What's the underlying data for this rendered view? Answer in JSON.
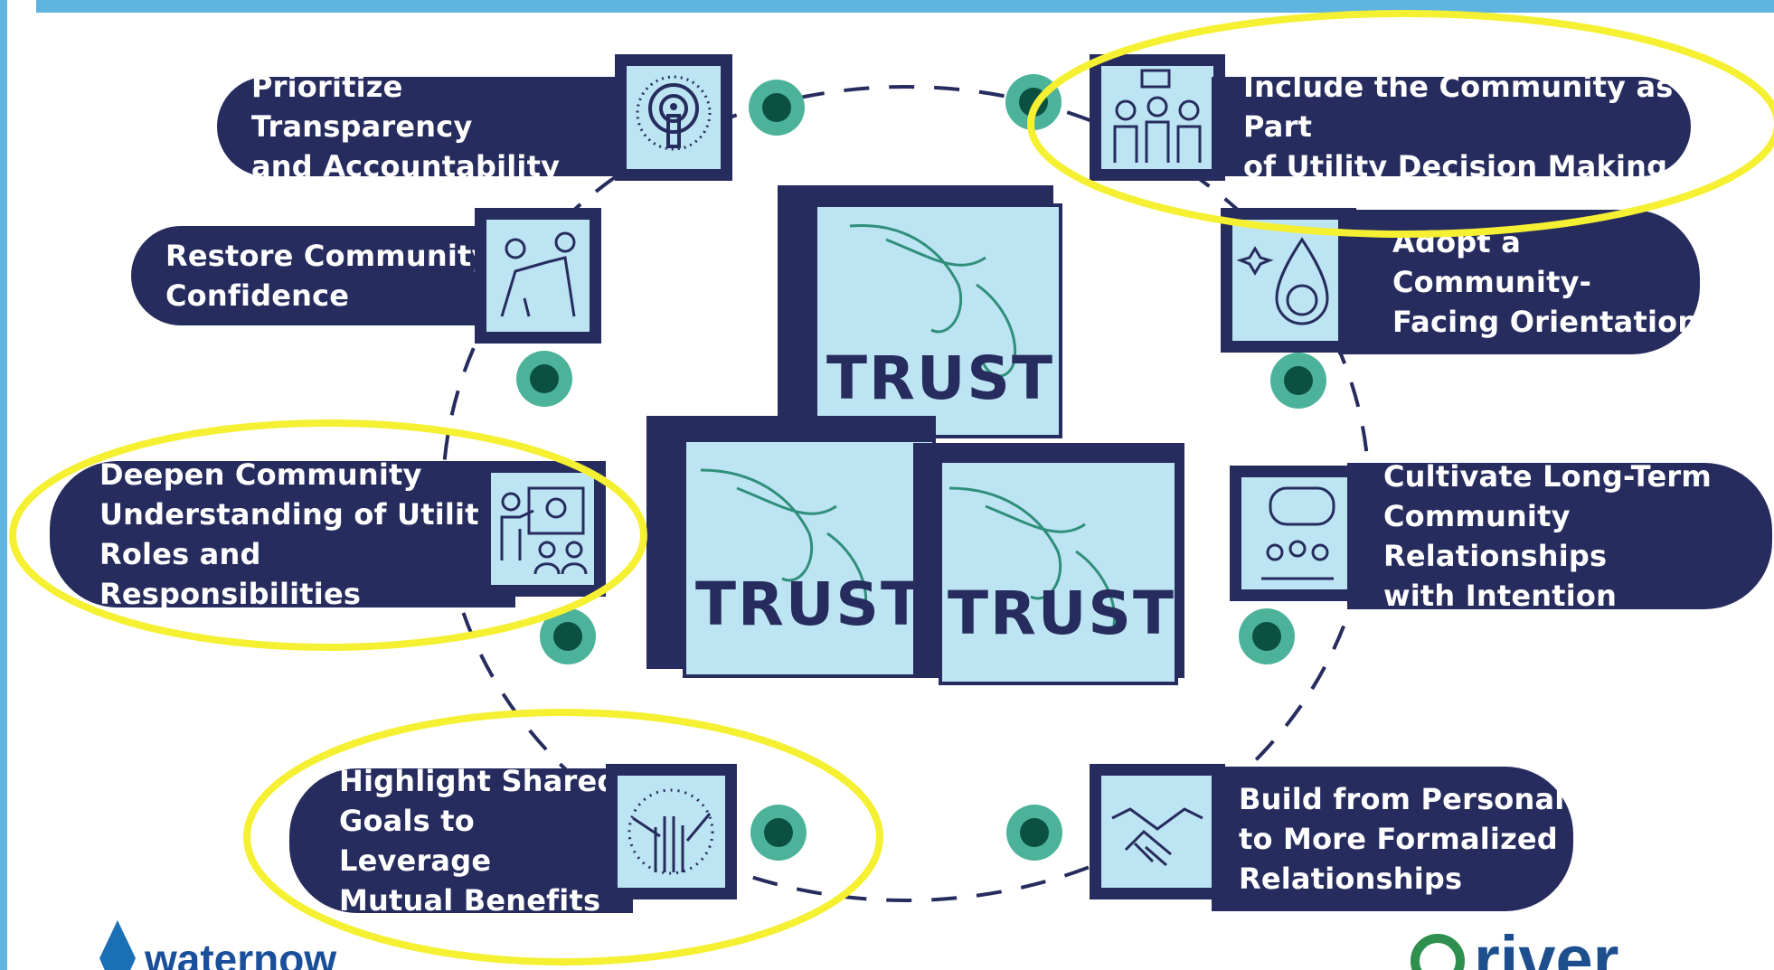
{
  "colors": {
    "navy": "#262c5e",
    "light_blue": "#bde4f2",
    "node_outer": "#4cb39a",
    "node_inner": "#0c5042",
    "highlight": "#f5f032",
    "top_bar": "#5fb4e0"
  },
  "center": {
    "blocks": [
      {
        "word": "TRUST",
        "icon": "reaching-hands-icon"
      },
      {
        "word": "TRUST",
        "icon": "reaching-hands-icon"
      },
      {
        "word": "TRUST",
        "icon": "reaching-hands-icon"
      }
    ]
  },
  "items": [
    {
      "label": "Prioritize Transparency\nand Accountability",
      "icon": "information-broadcast-icon",
      "highlighted": false
    },
    {
      "label": "Include the Community as Part\nof Utility Decision Making",
      "icon": "community-group-speech-icon",
      "highlighted": true
    },
    {
      "label": "Restore Community\nConfidence",
      "icon": "people-helping-up-icon",
      "highlighted": false
    },
    {
      "label": "Adopt a\nCommunity-\nFacing Orientation",
      "icon": "water-drop-sparkle-icon",
      "highlighted": false
    },
    {
      "label": "Deepen Community\nUnderstanding of Utility\nRoles and Responsibilities",
      "icon": "presentation-lightbulb-icon",
      "highlighted": true
    },
    {
      "label": "Cultivate Long-Term\nCommunity Relationships\nwith Intention",
      "icon": "meeting-speech-bubble-icon",
      "highlighted": false
    },
    {
      "label": "Highlight Shared\nGoals to Leverage\nMutual Benefits",
      "icon": "hands-together-icon",
      "highlighted": true
    },
    {
      "label": "Build from Personal\nto More Formalized\nRelationships",
      "icon": "handshake-icon",
      "highlighted": false
    }
  ],
  "logos": {
    "left": "waternow",
    "right": "river"
  }
}
